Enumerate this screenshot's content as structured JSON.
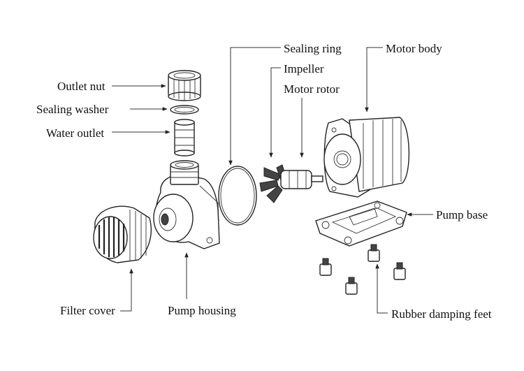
{
  "labels": {
    "outlet_nut": "Outlet nut",
    "sealing_washer": "Sealing washer",
    "water_outlet": "Water outlet",
    "sealing_ring": "Sealing ring",
    "impeller": "Impeller",
    "motor_rotor": "Motor rotor",
    "motor_body": "Motor body",
    "pump_base": "Pump base",
    "filter_cover": "Filter cover",
    "pump_housing": "Pump housing",
    "rubber_damping_feet": "Rubber damping feet"
  },
  "colors": {
    "line": "#333333",
    "text": "#111111",
    "background": "#ffffff"
  }
}
